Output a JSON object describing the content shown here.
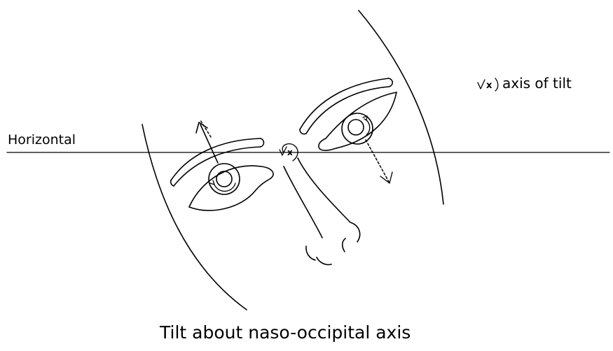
{
  "labels": {
    "horizontal": "Horizontal",
    "axis_symbol": "x",
    "legend_text": "axis of tilt",
    "caption": "Tilt about naso-occipital axis"
  },
  "colors": {
    "ink": "#000000",
    "background": "#ffffff"
  }
}
